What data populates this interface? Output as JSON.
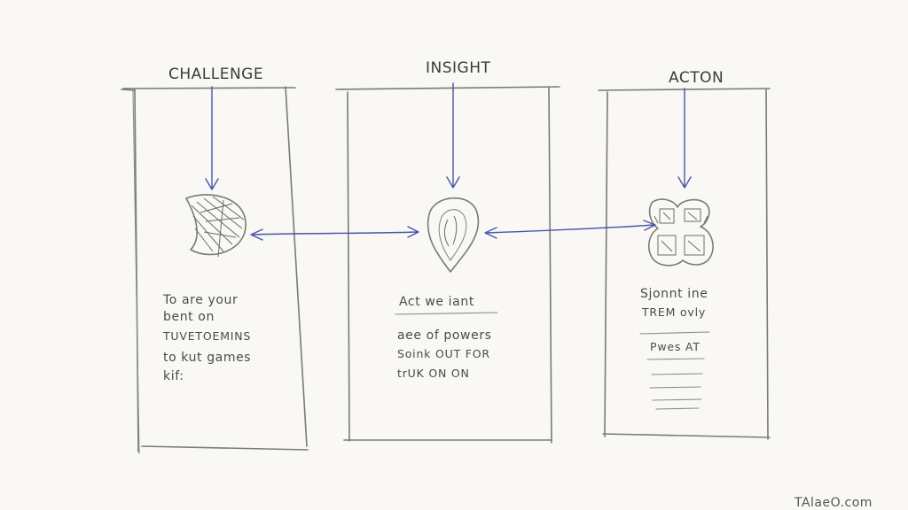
{
  "columns": [
    {
      "title": "CHALLENGE",
      "icon": "shaded-crescent-icon",
      "lines": [
        "To are your",
        "bent on",
        "TUVETOEMINS",
        "to kut games",
        "kif:"
      ]
    },
    {
      "title": "INSIGHT",
      "icon": "drop-pin-icon",
      "lines": [
        "Act we iant",
        "aee of powers",
        "Soink OUT FOR",
        "trUK ON ON"
      ]
    },
    {
      "title": "ACTON",
      "icon": "block-letters-icon",
      "lines": [
        "Sjonnt ine",
        "TREM ovly",
        "Pwes AT"
      ]
    }
  ],
  "signature": "TAlaeO.com",
  "colors": {
    "pencil": "#7a7a78",
    "ink_blue": "#4a56a8",
    "paper": "#f9f8f4"
  }
}
